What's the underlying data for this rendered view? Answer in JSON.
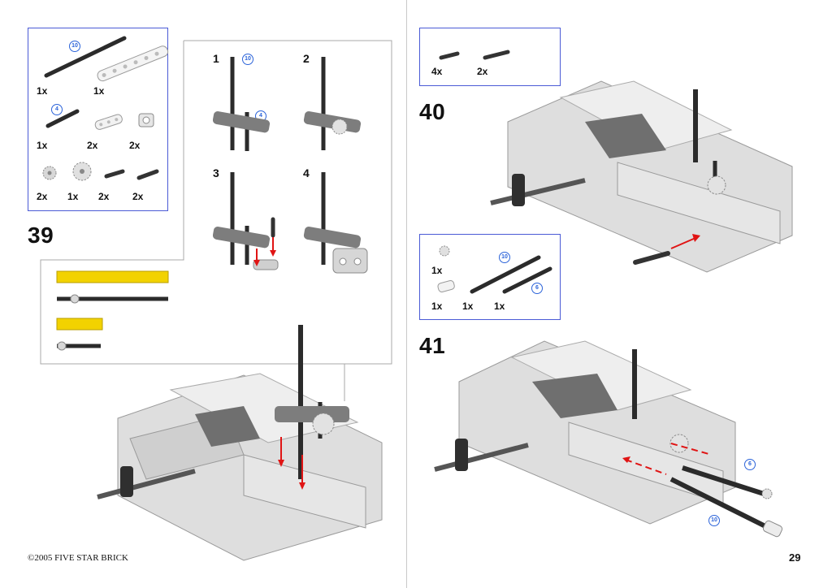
{
  "footer": {
    "copyright": "©2005 FIVE STAR BRICK",
    "page_number": "29"
  },
  "step39": {
    "number": "39",
    "parts": {
      "row1": [
        "1x",
        "1x"
      ],
      "row2": [
        "1x",
        "2x",
        "2x"
      ],
      "row3": [
        "2x",
        "1x",
        "2x",
        "2x"
      ],
      "axle_length_long": "10",
      "axle_length_short": "4"
    },
    "substeps": [
      "1",
      "2",
      "3",
      "4"
    ],
    "sub_badges": [
      "10",
      "4"
    ]
  },
  "step40": {
    "number": "40",
    "parts": [
      "4x",
      "2x"
    ]
  },
  "step41": {
    "number": "41",
    "parts": {
      "row1": [
        "1x"
      ],
      "row2": [
        "1x",
        "1x",
        "1x"
      ],
      "axle_a": "10",
      "axle_b": "6"
    },
    "callouts": [
      "6",
      "10"
    ]
  },
  "colors": {
    "panel_border": "#4a5ad6",
    "arrow": "#e01414",
    "axle": "#2b2b2b",
    "beam": "#d8d8d8",
    "plate": "#f2d200",
    "badge": "#2b63d9"
  }
}
